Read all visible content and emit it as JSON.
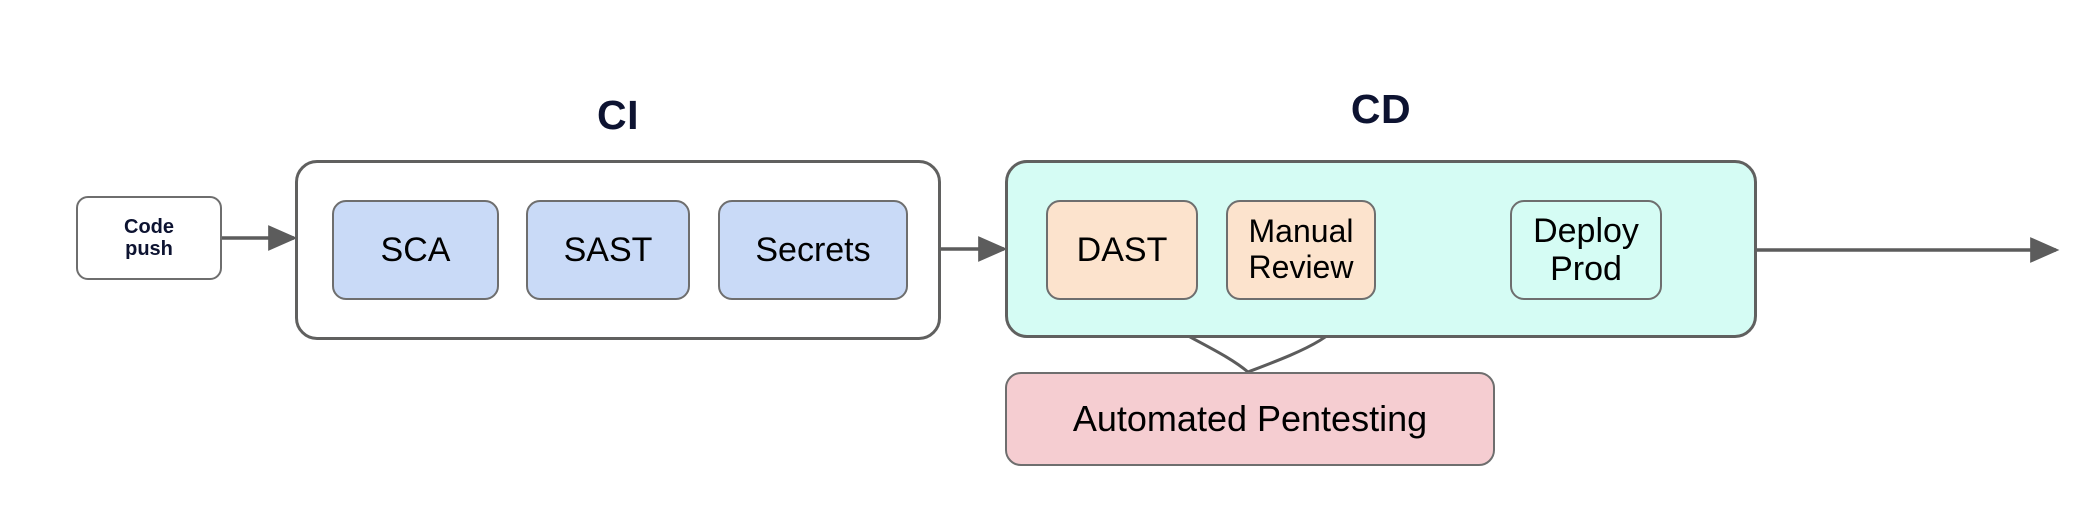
{
  "diagram": {
    "title_ci": "CI",
    "title_cd": "CD",
    "nodes": {
      "code_push": "Code\npush",
      "sca": "SCA",
      "sast": "SAST",
      "secrets": "Secrets",
      "dast": "DAST",
      "manual_review": "Manual\nReview",
      "deploy_prod": "Deploy\nProd",
      "automated_pentesting": "Automated Pentesting"
    },
    "colors": {
      "blue_fill": "#c9daf7",
      "peach_fill": "#fce3cd",
      "pink_fill": "#f5cdd1",
      "mint_fill": "#d5fcf4",
      "white_fill": "#ffffff",
      "stroke": "#6e6e6e",
      "group_stroke": "#60605f",
      "title_color": "#0d1331",
      "text_color": "#000000",
      "background": "#ffffff"
    }
  }
}
